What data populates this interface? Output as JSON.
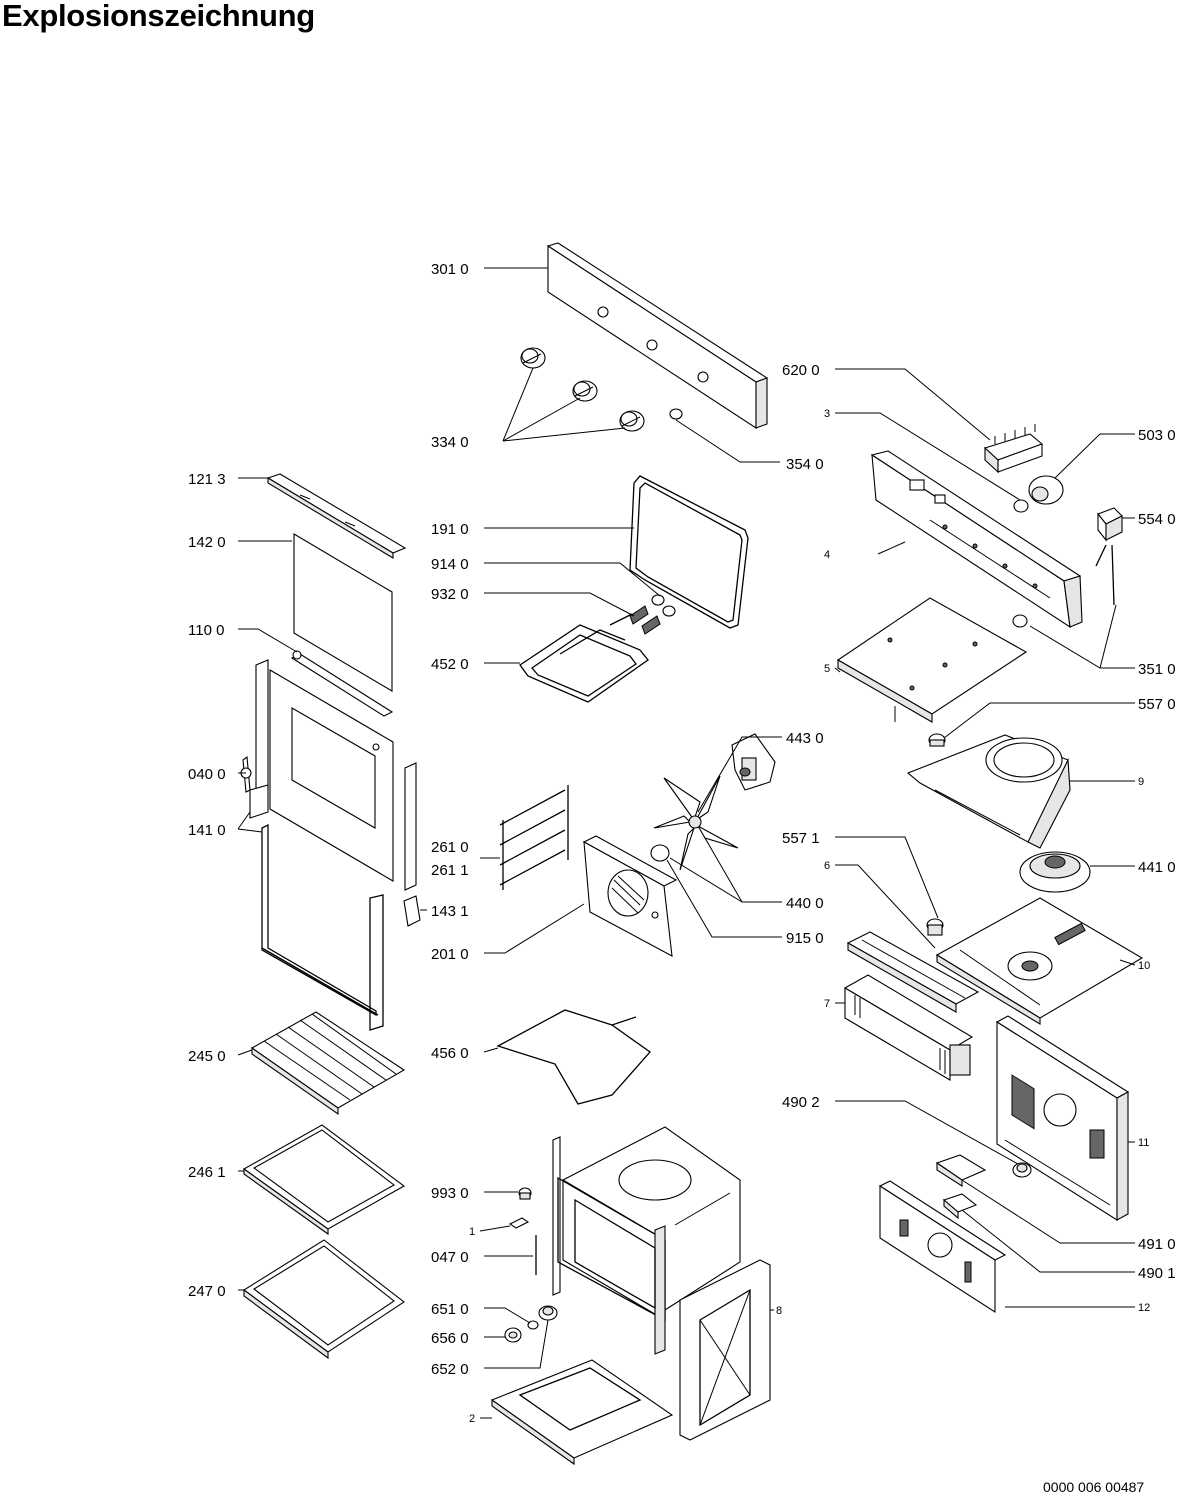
{
  "title": "Explosionszeichnung",
  "document_number": "0000 006 00487",
  "callouts": [
    {
      "id": "c-3010",
      "text": "301 0"
    },
    {
      "id": "c-6200",
      "text": "620 0"
    },
    {
      "id": "c-3",
      "text": "3"
    },
    {
      "id": "c-5030",
      "text": "503 0"
    },
    {
      "id": "c-3340",
      "text": "334 0"
    },
    {
      "id": "c-3540",
      "text": "354 0"
    },
    {
      "id": "c-1213",
      "text": "121 3"
    },
    {
      "id": "c-1910",
      "text": "191 0"
    },
    {
      "id": "c-5540",
      "text": "554 0"
    },
    {
      "id": "c-1420",
      "text": "142 0"
    },
    {
      "id": "c-4",
      "text": "4"
    },
    {
      "id": "c-9140",
      "text": "914 0"
    },
    {
      "id": "c-9320",
      "text": "932 0"
    },
    {
      "id": "c-1100",
      "text": "110 0"
    },
    {
      "id": "c-4520",
      "text": "452 0"
    },
    {
      "id": "c-5",
      "text": "5"
    },
    {
      "id": "c-3510",
      "text": "351 0"
    },
    {
      "id": "c-5570",
      "text": "557 0"
    },
    {
      "id": "c-4430",
      "text": "443 0"
    },
    {
      "id": "c-0400",
      "text": "040 0"
    },
    {
      "id": "c-9",
      "text": "9"
    },
    {
      "id": "c-1410",
      "text": "141 0"
    },
    {
      "id": "c-5571",
      "text": "557 1"
    },
    {
      "id": "c-2610",
      "text": "261 0"
    },
    {
      "id": "c-6",
      "text": "6"
    },
    {
      "id": "c-2611",
      "text": "261 1"
    },
    {
      "id": "c-4410",
      "text": "441 0"
    },
    {
      "id": "c-4400",
      "text": "440 0"
    },
    {
      "id": "c-1431",
      "text": "143 1"
    },
    {
      "id": "c-9150",
      "text": "915 0"
    },
    {
      "id": "c-2010",
      "text": "201 0"
    },
    {
      "id": "c-10",
      "text": "10"
    },
    {
      "id": "c-7",
      "text": "7"
    },
    {
      "id": "c-2450",
      "text": "245 0"
    },
    {
      "id": "c-4560",
      "text": "456 0"
    },
    {
      "id": "c-4902",
      "text": "490 2"
    },
    {
      "id": "c-11",
      "text": "11"
    },
    {
      "id": "c-2461",
      "text": "246 1"
    },
    {
      "id": "c-9930",
      "text": "993 0"
    },
    {
      "id": "c-1",
      "text": "1"
    },
    {
      "id": "c-0470",
      "text": "047 0"
    },
    {
      "id": "c-4910",
      "text": "491 0"
    },
    {
      "id": "c-4901",
      "text": "490 1"
    },
    {
      "id": "c-2470",
      "text": "247 0"
    },
    {
      "id": "c-6510",
      "text": "651 0"
    },
    {
      "id": "c-8",
      "text": "8"
    },
    {
      "id": "c-6560",
      "text": "656 0"
    },
    {
      "id": "c-12",
      "text": "12"
    },
    {
      "id": "c-6520",
      "text": "652 0"
    },
    {
      "id": "c-2",
      "text": "2"
    }
  ]
}
